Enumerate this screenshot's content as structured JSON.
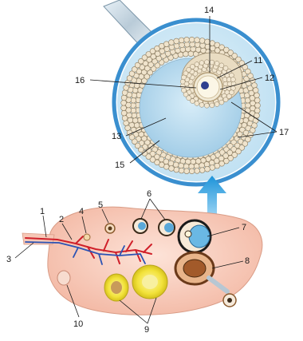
{
  "diagram": {
    "labels": {
      "l1": "1",
      "l2": "2",
      "l3": "3",
      "l4": "4",
      "l5": "5",
      "l6": "6",
      "l7": "7",
      "l8": "8",
      "l9": "9",
      "l10": "10",
      "l11": "11",
      "l12": "12",
      "l13": "13",
      "l14": "14",
      "l15": "15",
      "l16": "16",
      "l17": "17"
    }
  }
}
